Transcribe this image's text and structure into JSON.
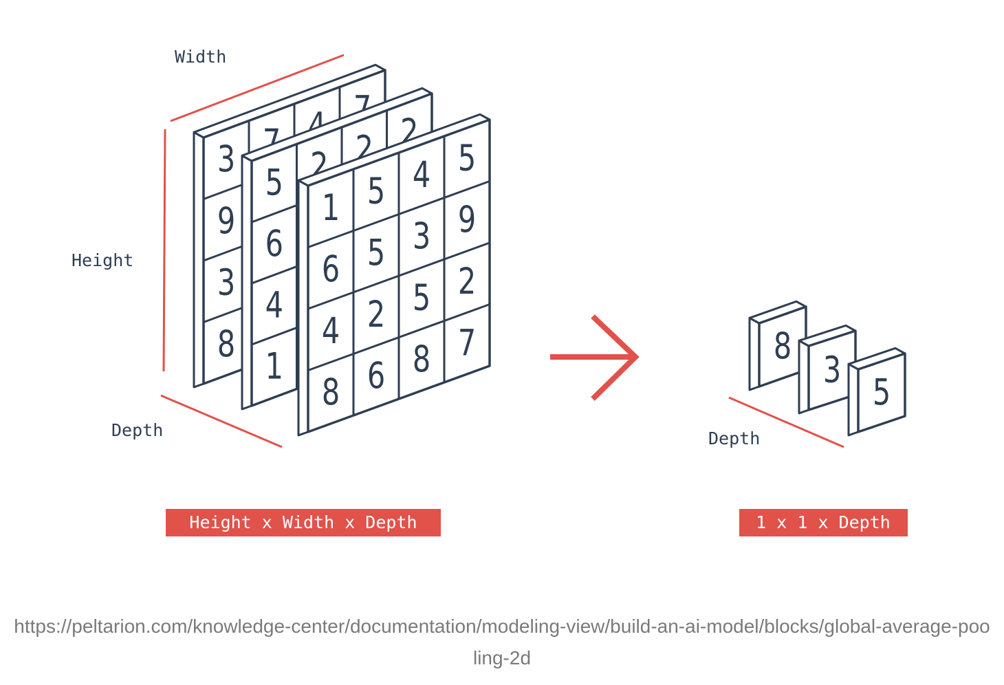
{
  "diagram": {
    "input_labels": {
      "width": "Width",
      "height": "Height",
      "depth": "Depth"
    },
    "output_depth_label": "Depth",
    "input_shape_badge": "Height x Width x Depth",
    "output_shape_badge": "1 x 1 x Depth",
    "colors": {
      "accent": "#e0524a",
      "ink": "#2f3e52",
      "face": "#ffffff"
    },
    "input_channels": [
      {
        "name": "back",
        "grid": [
          [
            "3",
            "7",
            "4",
            "7"
          ],
          [
            "9",
            "",
            "",
            ""
          ],
          [
            "3",
            "",
            "",
            ""
          ],
          [
            "8",
            "",
            "",
            ""
          ]
        ]
      },
      {
        "name": "middle",
        "grid": [
          [
            "5",
            "2",
            "2",
            "2"
          ],
          [
            "6",
            "",
            "",
            ""
          ],
          [
            "4",
            "",
            "",
            ""
          ],
          [
            "1",
            "",
            "",
            ""
          ]
        ]
      },
      {
        "name": "front",
        "grid": [
          [
            "1",
            "5",
            "4",
            "5"
          ],
          [
            "6",
            "5",
            "3",
            "9"
          ],
          [
            "4",
            "2",
            "5",
            "2"
          ],
          [
            "8",
            "6",
            "8",
            "7"
          ]
        ]
      }
    ],
    "output_values": [
      "8",
      "3",
      "5"
    ],
    "arrow_icon": "right-arrow-icon"
  },
  "caption": {
    "url": "https://peltarion.com/knowledge-center/documentation/modeling-view/build-an-ai-model/blocks/global-average-pooling-2d"
  }
}
